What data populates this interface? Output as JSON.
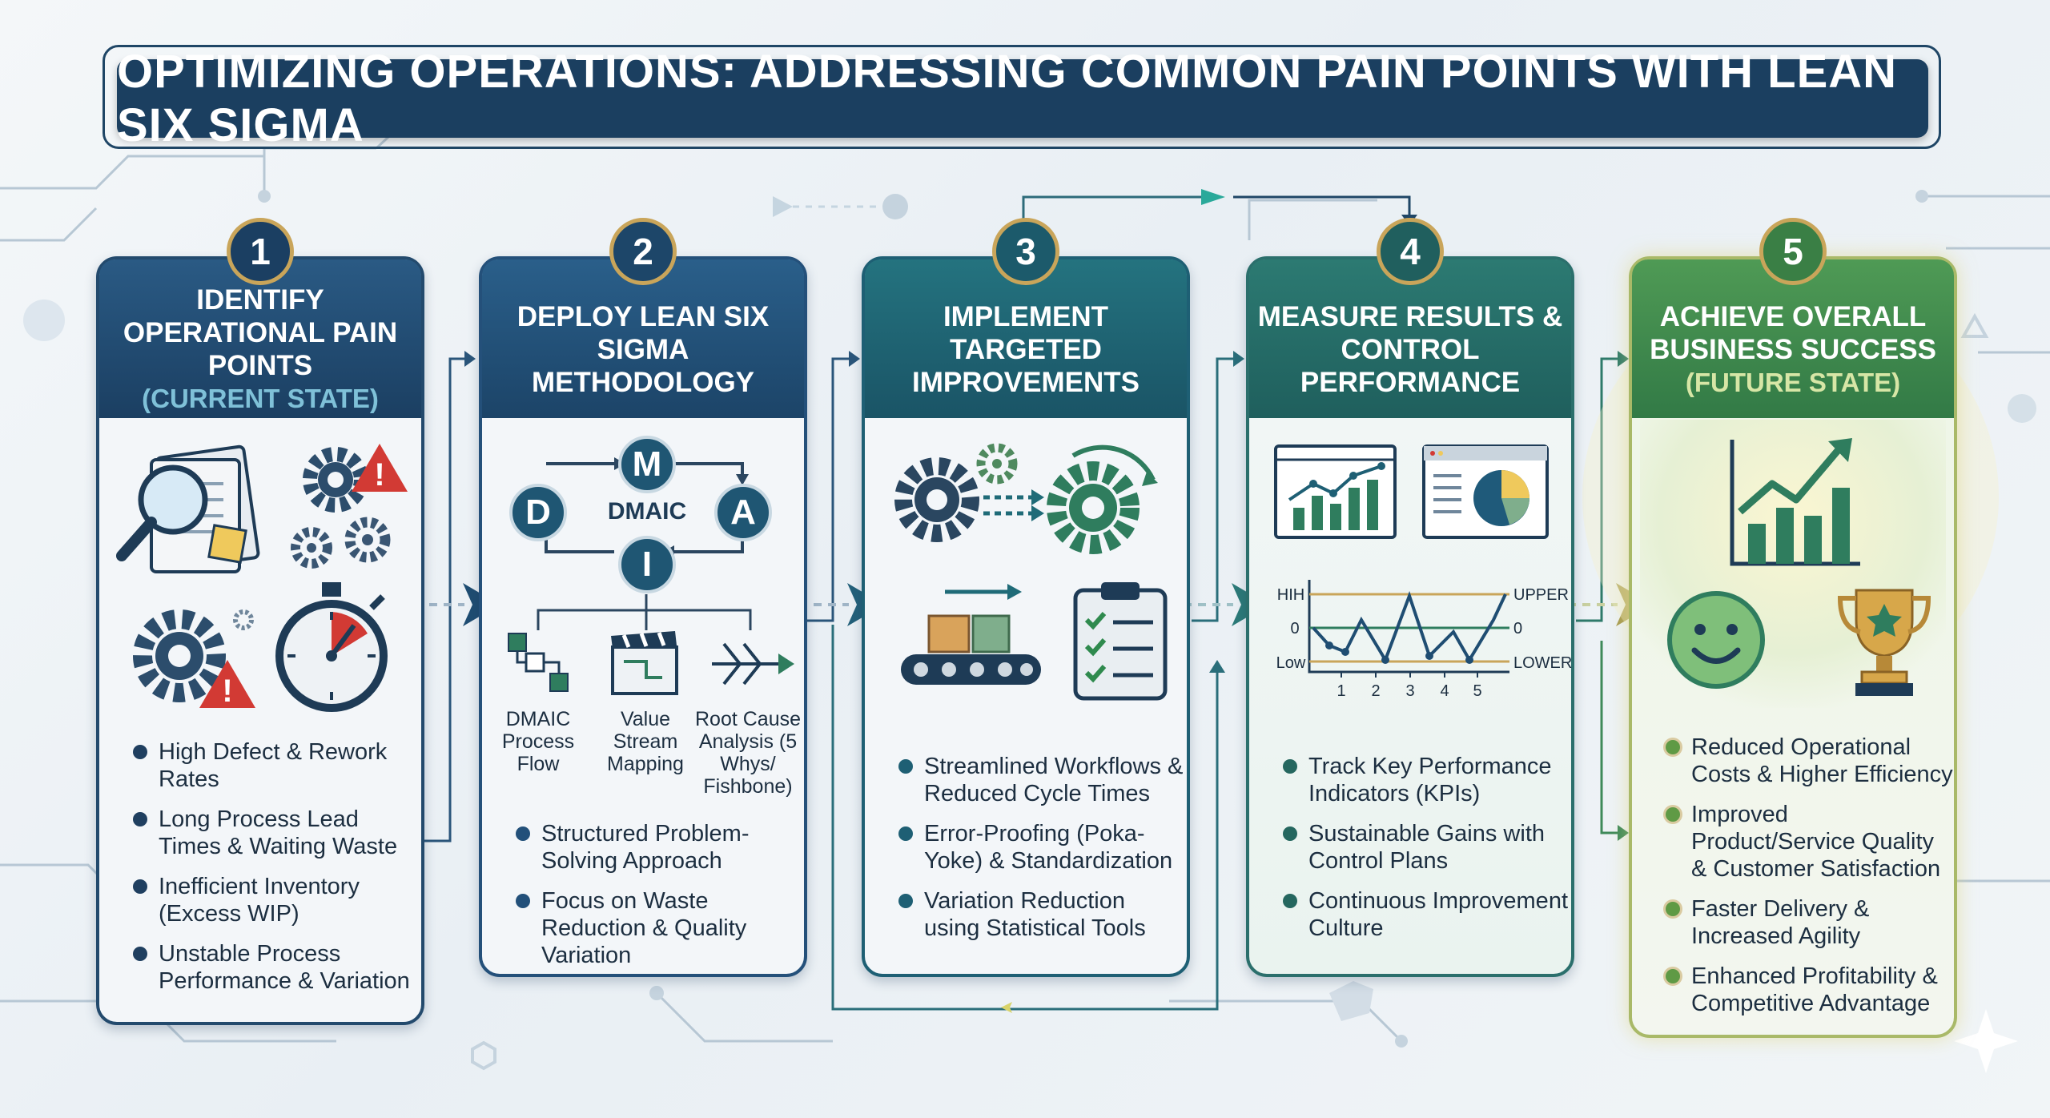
{
  "title": "OPTIMIZING OPERATIONS: ADDRESSING COMMON PAIN POINTS WITH LEAN SIX SIGMA",
  "colors": {
    "navy": "#1b3f60",
    "teal": "#1f6a78",
    "green": "#3f8a4a",
    "gold": "#c9a55a"
  },
  "steps": [
    {
      "number": "1",
      "title": "IDENTIFY OPERATIONAL PAIN POINTS",
      "subtitle": "(CURRENT STATE)",
      "icons": [
        "magnifier-document-icon",
        "gear-warning-icon",
        "gears-icon",
        "gear-warning-icon",
        "stopwatch-icon"
      ],
      "bullets": [
        "High Defect & Rework Rates",
        "Long Process Lead Times & Waiting Waste",
        "Inefficient Inventory (Excess WIP)",
        "Unstable Process Performance & Variation"
      ]
    },
    {
      "number": "2",
      "title": "DEPLOY LEAN SIX SIGMA METHODOLOGY",
      "subtitle": "",
      "dmaic": {
        "d": "D",
        "m": "M",
        "a": "A",
        "i": "I",
        "center": "DMAIC"
      },
      "tools": [
        {
          "label": "DMAIC Process Flow",
          "icon": "flowchart-icon"
        },
        {
          "label": "Value Stream Mapping",
          "icon": "clapperboard-icon"
        },
        {
          "label": "Root Cause Analysis (5 Whys/ Fishbone)",
          "icon": "fishbone-icon"
        }
      ],
      "bullets": [
        "Structured Problem-Solving Approach",
        "Focus on Waste Reduction & Quality Variation"
      ]
    },
    {
      "number": "3",
      "title": "IMPLEMENT TARGETED IMPROVEMENTS",
      "subtitle": "",
      "icons": [
        "gears-flow-icon",
        "conveyor-icon",
        "checklist-icon"
      ],
      "bullets": [
        "Streamlined Workflows & Reduced Cycle Times",
        "Error-Proofing (Poka-Yoke) & Standardization",
        "Variation Reduction using Statistical Tools"
      ]
    },
    {
      "number": "4",
      "title": "MEASURE RESULTS & CONTROL PERFORMANCE",
      "subtitle": "",
      "icons": [
        "bar-line-dashboard-icon",
        "pie-dashboard-icon"
      ],
      "control_chart": {
        "left_labels": [
          "HIH",
          "0",
          "Low"
        ],
        "right_labels": [
          "UPPER",
          "0",
          "LOWER"
        ],
        "x_ticks": [
          "1",
          "2",
          "3",
          "4",
          "5"
        ]
      },
      "bullets": [
        "Track Key Performance Indicators (KPIs)",
        "Sustainable Gains with Control Plans",
        "Continuous Improvement Culture"
      ]
    },
    {
      "number": "5",
      "title": "ACHIEVE OVERALL BUSINESS SUCCESS",
      "subtitle": "(FUTURE STATE)",
      "icons": [
        "growth-chart-icon",
        "smiley-icon",
        "trophy-icon"
      ],
      "bullets": [
        "Reduced Operational Costs & Higher Efficiency",
        "Improved Product/Service Quality & Customer Satisfaction",
        "Faster Delivery & Increased Agility",
        "Enhanced Profitability & Competitive Advantage"
      ]
    }
  ]
}
